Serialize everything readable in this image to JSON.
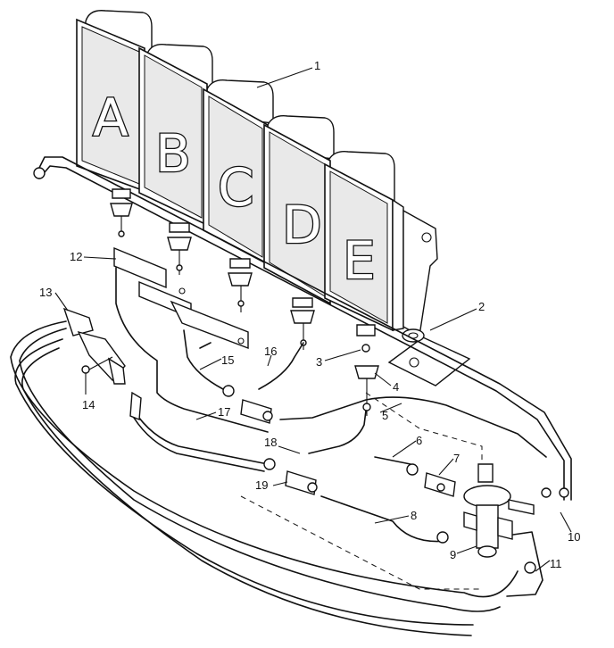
{
  "panels": [
    {
      "letter": "A"
    },
    {
      "letter": "B"
    },
    {
      "letter": "C"
    },
    {
      "letter": "D"
    },
    {
      "letter": "E"
    }
  ],
  "callouts": [
    "1",
    "2",
    "3",
    "4",
    "5",
    "6",
    "7",
    "8",
    "9",
    "10",
    "11",
    "12",
    "13",
    "14",
    "15",
    "16",
    "17",
    "18",
    "19"
  ]
}
